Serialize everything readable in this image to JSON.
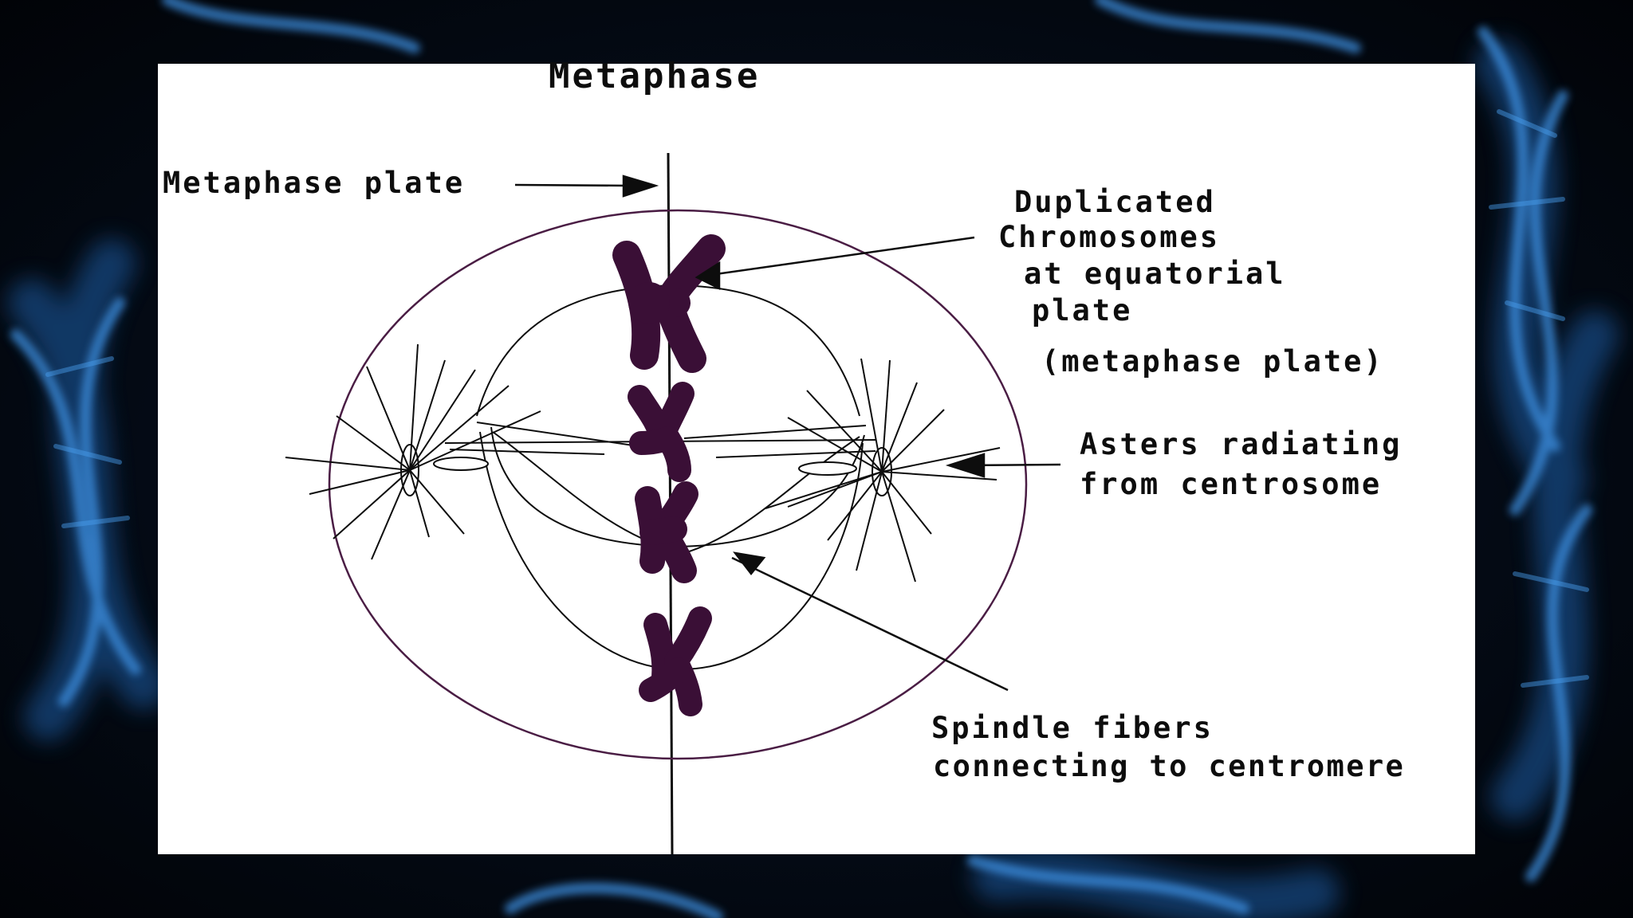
{
  "diagram": {
    "title": "Metaphase",
    "labels": {
      "metaphase_plate": "Metaphase plate",
      "duplicated_chromosomes": [
        "Duplicated",
        "Chromosomes",
        "at equatorial",
        "plate",
        "(metaphase plate)"
      ],
      "asters": [
        "Asters radiating",
        "from centrosome"
      ],
      "spindle_fibers": [
        "Spindle fibers",
        "connecting to centromere"
      ]
    },
    "structures": {
      "chromosome_count": 4
    },
    "colors": {
      "chromosome": "#3a0f36",
      "cell_membrane": "#4a1d44",
      "card_background": "#ffffff",
      "ink": "#0d0d0d",
      "backdrop_dna": "#2f7fd0"
    }
  }
}
